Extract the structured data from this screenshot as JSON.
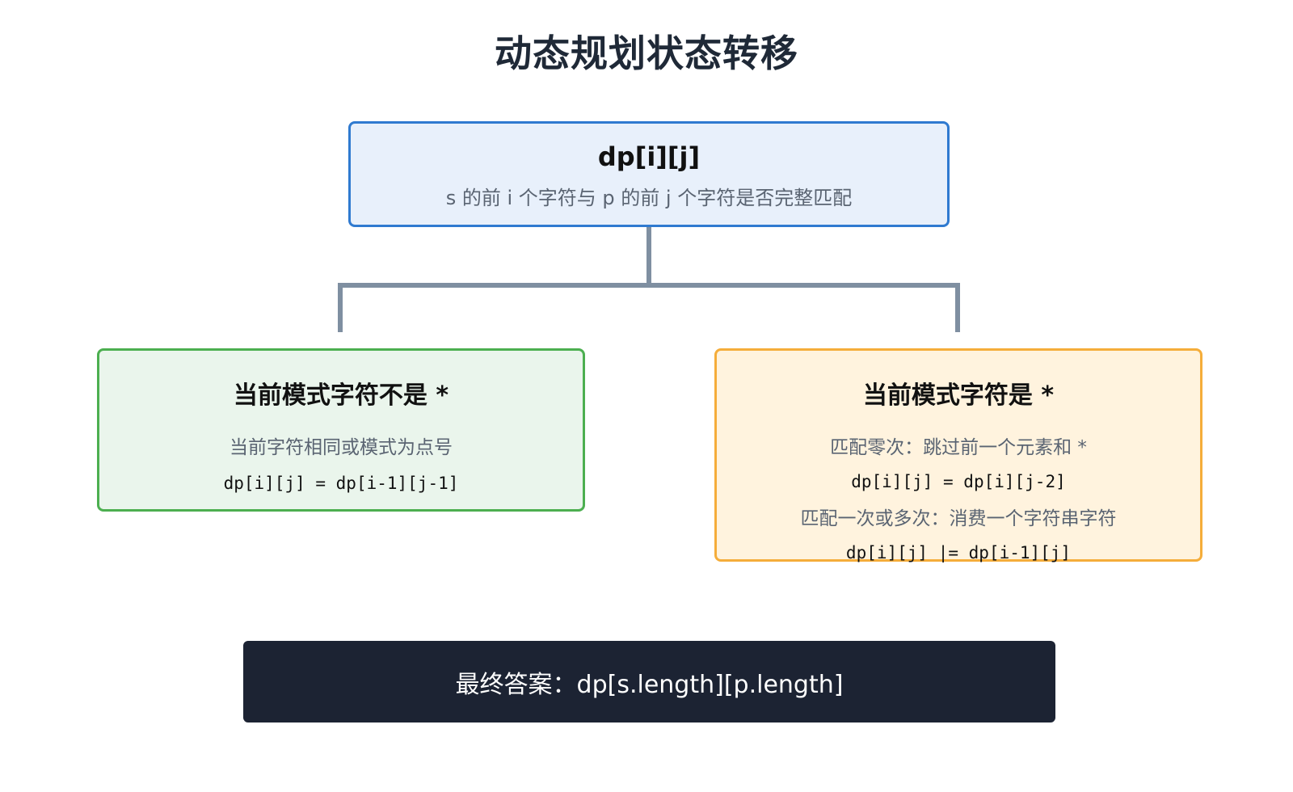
{
  "title": "动态规划状态转移",
  "state": {
    "label": "dp[i][j]",
    "description": "s 的前 i 个字符与 p 的前 j 个字符是否完整匹配"
  },
  "cases": {
    "not_star": {
      "title": "当前模式字符不是 *",
      "description": "当前字符相同或模式为点号",
      "formula": "dp[i][j] = dp[i-1][j-1]"
    },
    "star": {
      "title": "当前模式字符是 *",
      "description_zero": "匹配零次：跳过前一个元素和 *",
      "formula_zero": "dp[i][j] = dp[i][j-2]",
      "description_more": "匹配一次或多次：消费一个字符串字符",
      "formula_more": "dp[i][j] |= dp[i-1][j]"
    }
  },
  "answer": "最终答案：dp[s.length][p.length]",
  "colors": {
    "state_fill": "#e8f0fb",
    "state_border": "#2f7ad0",
    "not_star_fill": "#eaf5ec",
    "not_star_border": "#4caf50",
    "star_fill": "#fff3de",
    "star_border": "#f5ad3a",
    "connector": "#7f8fa1",
    "answer_fill": "#1c2333"
  }
}
